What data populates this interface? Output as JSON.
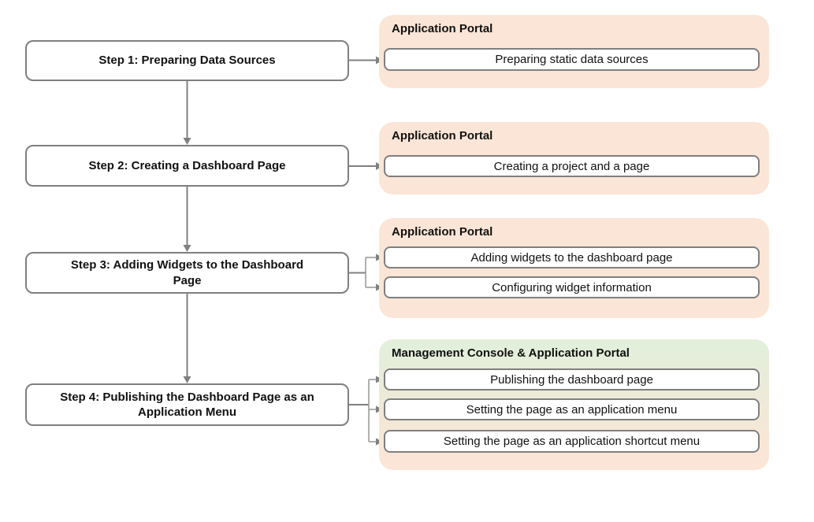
{
  "steps": [
    {
      "label": "Step 1: Preparing Data Sources"
    },
    {
      "label": "Step 2: Creating a Dashboard Page"
    },
    {
      "label": "Step 3: Adding Widgets to the Dashboard Page"
    },
    {
      "label": "Step 4: Publishing the Dashboard Page as an Application Menu"
    }
  ],
  "panels": [
    {
      "header": "Application Portal",
      "items": [
        "Preparing static data sources"
      ]
    },
    {
      "header": "Application Portal",
      "items": [
        "Creating a project and a page"
      ]
    },
    {
      "header": "Application Portal",
      "items": [
        "Adding widgets to the dashboard page",
        "Configuring widget information"
      ]
    },
    {
      "header": "Management Console & Application Portal",
      "items": [
        "Publishing the dashboard page",
        "Setting the page as an application menu",
        "Setting the page as an application shortcut menu"
      ]
    }
  ],
  "colors": {
    "peach": "#FBE5D6",
    "green": "#E2EFDA",
    "line-gray": "#7F7F7F",
    "arrow-gray": "#808080"
  }
}
